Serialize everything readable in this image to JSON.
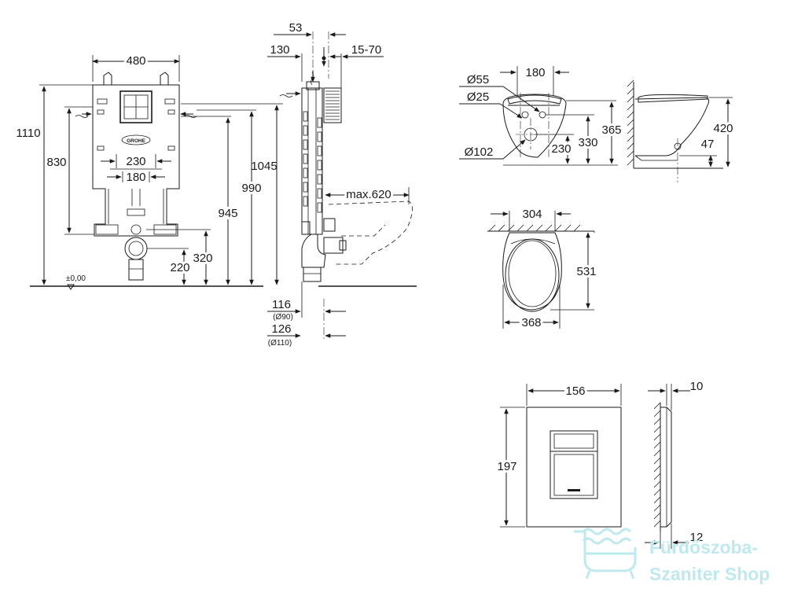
{
  "frame_front": {
    "width": "480",
    "h_total": "1110",
    "h_830": "830",
    "w_230": "230",
    "w_180": "180",
    "h_1045": "1045",
    "h_990": "990",
    "h_945": "945",
    "h_320": "320",
    "h_220": "220",
    "zero_level": "±0,00"
  },
  "frame_side": {
    "d_53": "53",
    "d_130": "130",
    "d_15_70": "15-70",
    "max_620": "max.620",
    "d_116": "116",
    "d_116_sub": "(Ø90)",
    "d_126": "126",
    "d_126_sub": "(Ø110)"
  },
  "bowl_side": {
    "d_55": "Ø55",
    "d_25": "Ø25",
    "d_180": "180",
    "d_102": "Ø102",
    "h_230": "230",
    "h_330": "330",
    "h_365": "365"
  },
  "bowl_profile": {
    "h_420": "420",
    "h_47": "47"
  },
  "bowl_top": {
    "w_304": "304",
    "l_531": "531",
    "w_368": "368"
  },
  "plate_front": {
    "w_156": "156",
    "h_197": "197"
  },
  "plate_side": {
    "d_10": "10",
    "d_12": "12"
  },
  "watermark": {
    "line1": "Fürdőszoba-",
    "line2": "Szaniter Shop",
    "accent": "#bfe9ee"
  },
  "logo": {
    "text": "GROHE"
  }
}
